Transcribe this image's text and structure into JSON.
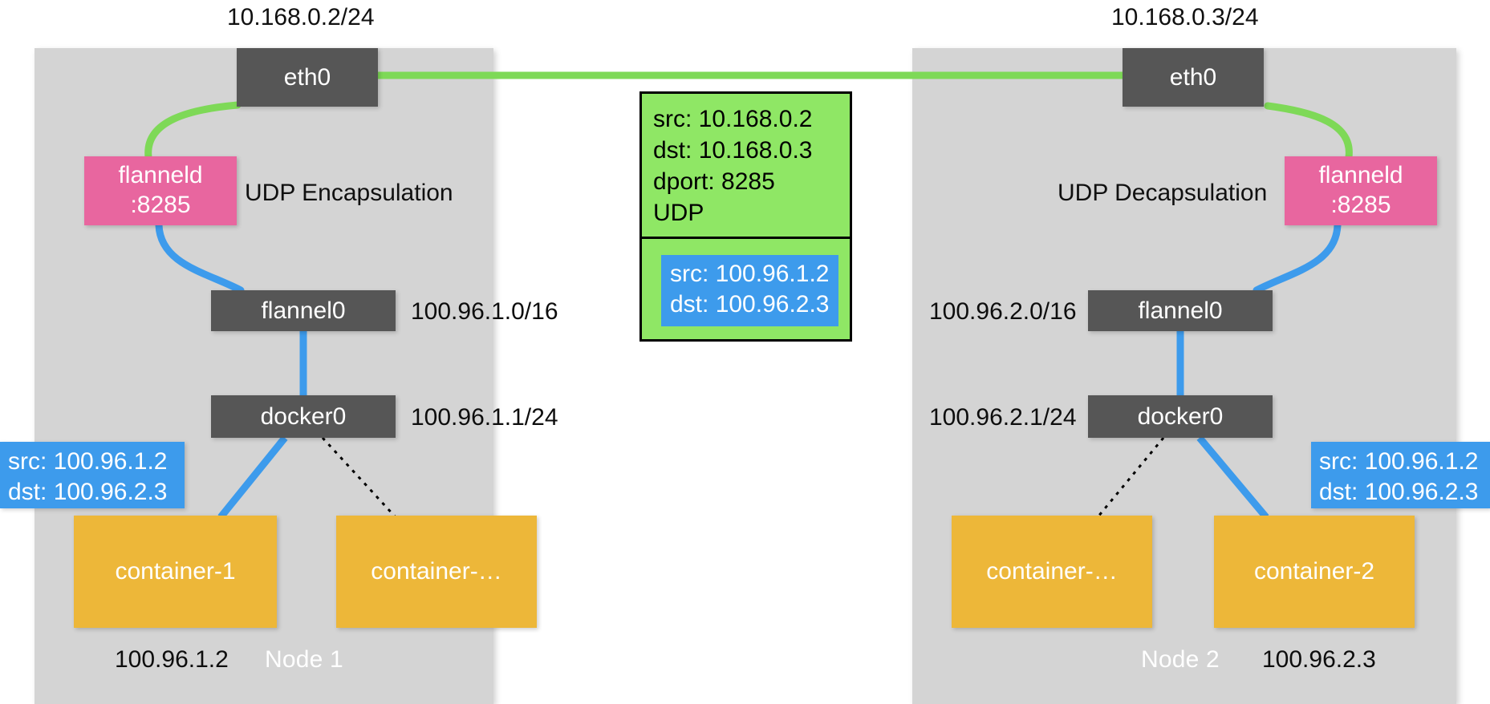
{
  "diagram": {
    "title_semantics": "flannel UDP backend packet flow between two Kubernetes nodes",
    "colors": {
      "panel": "#d4d4d4",
      "interface": "#565656",
      "flanneld": "#e8669f",
      "container": "#edb739",
      "outer_packet": "#8fe765",
      "inner_packet": "#3d9bec",
      "green_wire": "#7ed957",
      "blue_wire": "#3d9bec",
      "background": "#ffffff"
    }
  },
  "left_node": {
    "name": "Node 1",
    "top_address": "10.168.0.2/24",
    "eth0_label": "eth0",
    "flanneld_name": "flanneld",
    "flanneld_port": ":8285",
    "operation_caption": "UDP Encapsulation",
    "flannel0_label": "flannel0",
    "flannel0_cidr": "100.96.1.0/16",
    "docker0_label": "docker0",
    "docker0_cidr": "100.96.1.1/24",
    "container_primary": "container-1",
    "container_secondary": "container-…",
    "container_ip": "100.96.1.2",
    "inner_packet": {
      "src": "src: 100.96.1.2",
      "dst": "dst: 100.96.2.3"
    }
  },
  "right_node": {
    "name": "Node 2",
    "top_address": "10.168.0.3/24",
    "eth0_label": "eth0",
    "flanneld_name": "flanneld",
    "flanneld_port": ":8285",
    "operation_caption": "UDP Decapsulation",
    "flannel0_label": "flannel0",
    "flannel0_cidr": "100.96.2.0/16",
    "docker0_label": "docker0",
    "docker0_cidr": "100.96.2.1/24",
    "container_primary": "container-2",
    "container_secondary": "container-…",
    "container_ip": "100.96.2.3",
    "inner_packet": {
      "src": "src: 100.96.1.2",
      "dst": "dst: 100.96.2.3"
    }
  },
  "packet": {
    "outer": {
      "src": "src: 10.168.0.2",
      "dst": "dst: 10.168.0.3",
      "dport": "dport: 8285",
      "protocol": "UDP"
    },
    "inner": {
      "src": "src: 100.96.1.2",
      "dst": "dst: 100.96.2.3"
    }
  }
}
